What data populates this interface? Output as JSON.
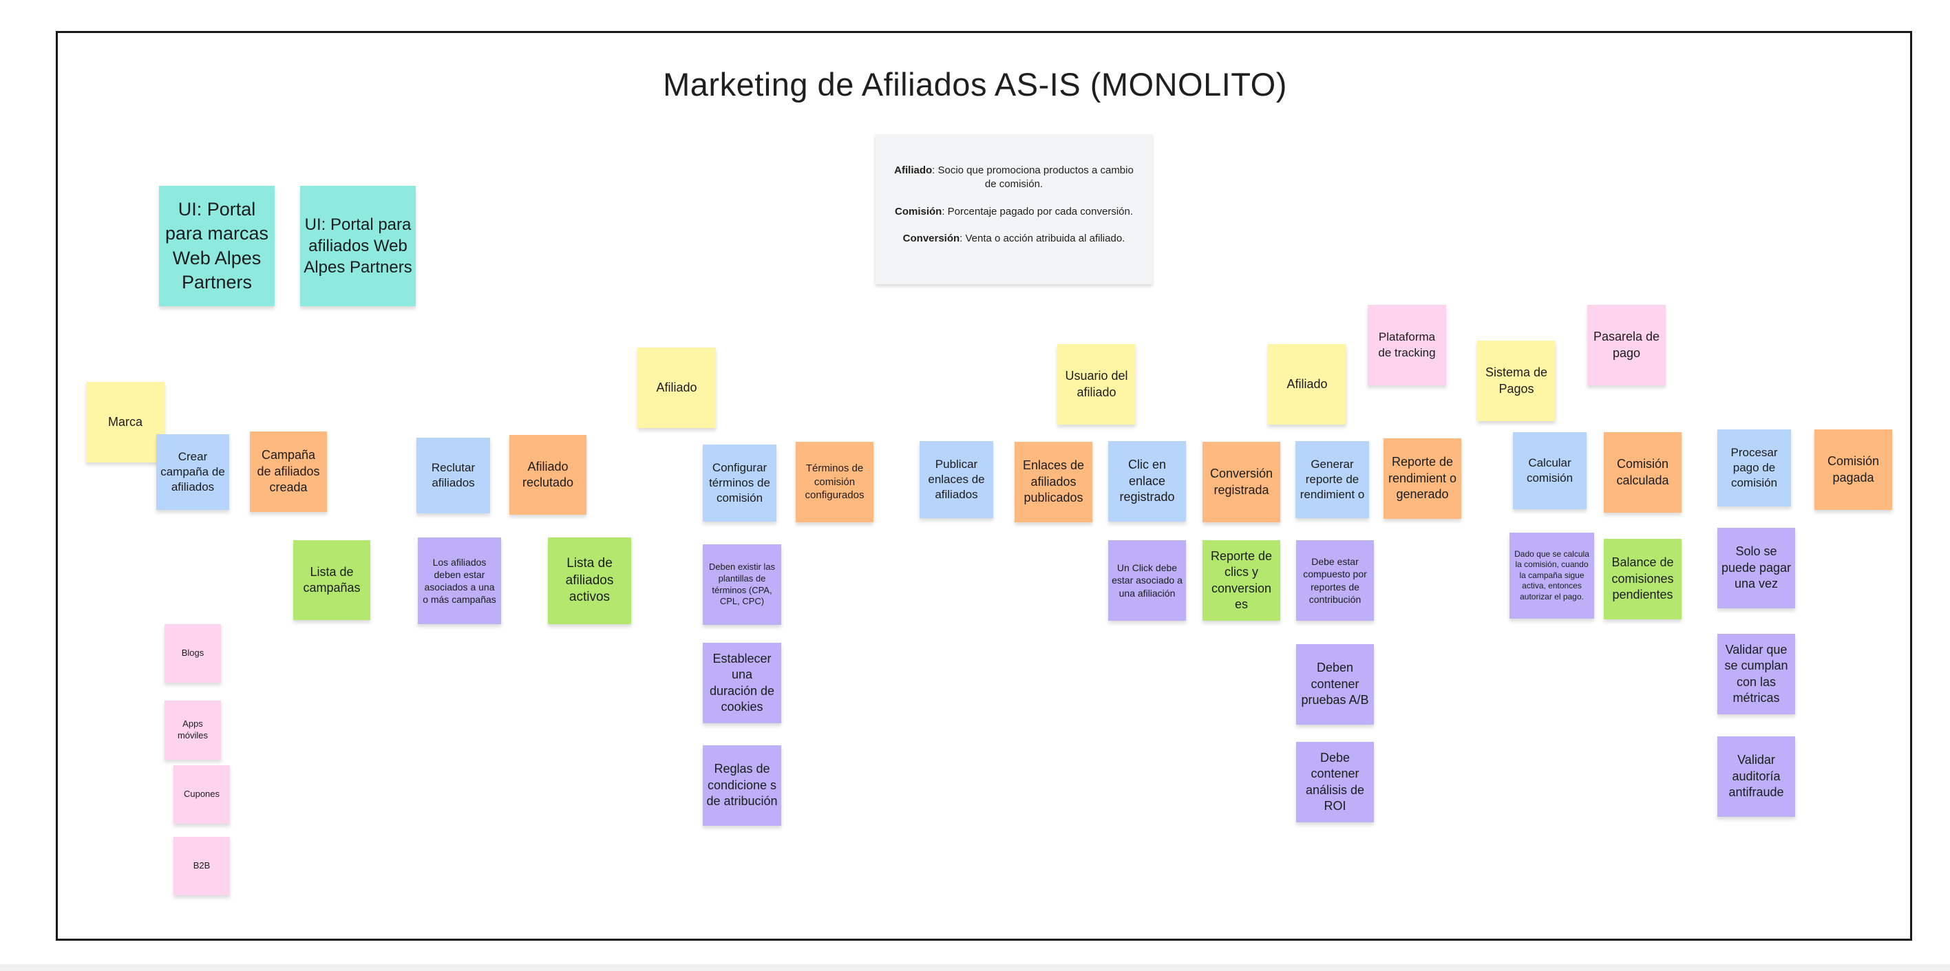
{
  "board": {
    "title": "Marketing de Afiliados AS-IS (MONOLITO)"
  },
  "legend": {
    "items": [
      {
        "term": "Afiliado",
        "definition": ": Socio que promociona productos a cambio de comisión."
      },
      {
        "term": "Comisión",
        "definition": ": Porcentaje pagado por cada conversión."
      },
      {
        "term": "Conversión",
        "definition": ": Venta o acción atribuida al afiliado."
      }
    ]
  },
  "colors": {
    "ui_portal": "#8ee9df",
    "actor": "#fef6a4",
    "command": "#b7d4fb",
    "event": "#fdb97e",
    "read_model": "#b4e76d",
    "policy": "#bdb0f8",
    "external_system": "#fdd3ee"
  },
  "notes": [
    {
      "id": "ui-portal-marcas",
      "kind": "ui_portal",
      "text": "UI: Portal para marcas Web Alpes Partners"
    },
    {
      "id": "ui-portal-afiliados",
      "kind": "ui_portal",
      "text": "UI: Portal para afiliados Web Alpes Partners"
    },
    {
      "id": "actor-marca",
      "kind": "actor",
      "text": "Marca"
    },
    {
      "id": "cmd-crear-campana",
      "kind": "command",
      "text": "Crear campaña de afiliados"
    },
    {
      "id": "evt-campana-creada",
      "kind": "event",
      "text": "Campaña de afiliados creada"
    },
    {
      "id": "read-lista-campanas",
      "kind": "read_model",
      "text": "Lista de campañas"
    },
    {
      "id": "ext-blogs",
      "kind": "external_system",
      "text": "Blogs"
    },
    {
      "id": "ext-apps-moviles",
      "kind": "external_system",
      "text": "Apps móviles"
    },
    {
      "id": "ext-cupones",
      "kind": "external_system",
      "text": "Cupones"
    },
    {
      "id": "ext-b2b",
      "kind": "external_system",
      "text": "B2B"
    },
    {
      "id": "cmd-reclutar",
      "kind": "command",
      "text": "Reclutar afiliados"
    },
    {
      "id": "evt-afiliado-reclutado",
      "kind": "event",
      "text": "Afiliado reclutado"
    },
    {
      "id": "policy-afiliados-campanas",
      "kind": "policy",
      "text": "Los afiliados deben estar asociados a una o más campañas"
    },
    {
      "id": "read-afiliados-activos",
      "kind": "read_model",
      "text": "Lista de afiliados activos"
    },
    {
      "id": "actor-afiliado-1",
      "kind": "actor",
      "text": "Afiliado"
    },
    {
      "id": "cmd-configurar-terminos",
      "kind": "command",
      "text": "Configurar términos de comisión"
    },
    {
      "id": "evt-terminos-configurados",
      "kind": "event",
      "text": "Términos de comisión configurados"
    },
    {
      "id": "policy-plantillas",
      "kind": "policy",
      "text": "Deben existir las plantillas de términos (CPA, CPL, CPC)"
    },
    {
      "id": "policy-cookies",
      "kind": "policy",
      "text": "Establecer una duración de cookies"
    },
    {
      "id": "policy-atribucion",
      "kind": "policy",
      "text": "Reglas de condicione s de atribución"
    },
    {
      "id": "cmd-publicar-enlaces",
      "kind": "command",
      "text": "Publicar enlaces de afiliados"
    },
    {
      "id": "evt-enlaces-publicados",
      "kind": "event",
      "text": "Enlaces de afiliados publicados"
    },
    {
      "id": "actor-usuario-afiliado",
      "kind": "actor",
      "text": "Usuario del afiliado"
    },
    {
      "id": "cmd-clic-enlace",
      "kind": "command",
      "text": "Clic en enlace registrado"
    },
    {
      "id": "policy-click-afiliacion",
      "kind": "policy",
      "text": "Un Click debe estar asociado a una afiliación"
    },
    {
      "id": "evt-conversion-registrada",
      "kind": "event",
      "text": "Conversión registrada"
    },
    {
      "id": "read-reporte-clics",
      "kind": "read_model",
      "text": "Reporte de clics y conversion es"
    },
    {
      "id": "actor-afiliado-2",
      "kind": "actor",
      "text": "Afiliado"
    },
    {
      "id": "ext-plataforma-tracking",
      "kind": "external_system",
      "text": "Plataforma de tracking"
    },
    {
      "id": "cmd-generar-reporte",
      "kind": "command",
      "text": "Generar reporte de rendimient o"
    },
    {
      "id": "evt-reporte-generado",
      "kind": "event",
      "text": "Reporte de rendimient o generado"
    },
    {
      "id": "policy-reportes-contribucion",
      "kind": "policy",
      "text": "Debe estar compuesto por reportes de contribución"
    },
    {
      "id": "policy-pruebas-ab",
      "kind": "policy",
      "text": "Deben contener pruebas A/B"
    },
    {
      "id": "policy-analisis-roi",
      "kind": "policy",
      "text": "Debe contener análisis de ROI"
    },
    {
      "id": "actor-sistema-pagos",
      "kind": "actor",
      "text": "Sistema de Pagos"
    },
    {
      "id": "ext-pasarela-pago",
      "kind": "external_system",
      "text": "Pasarela de pago"
    },
    {
      "id": "cmd-calcular-comision",
      "kind": "command",
      "text": "Calcular comisión"
    },
    {
      "id": "evt-comision-calculada",
      "kind": "event",
      "text": "Comisión calculada"
    },
    {
      "id": "policy-autorizar-pago",
      "kind": "policy",
      "text": "Dado que se calcula la comisión, cuando la campaña sigue activa, entonces autorizar el pago."
    },
    {
      "id": "read-balance-comisiones",
      "kind": "read_model",
      "text": "Balance de comisiones pendientes"
    },
    {
      "id": "cmd-procesar-pago",
      "kind": "command",
      "text": "Procesar pago de comisión"
    },
    {
      "id": "evt-comision-pagada",
      "kind": "event",
      "text": "Comisión pagada"
    },
    {
      "id": "policy-pagar-una-vez",
      "kind": "policy",
      "text": "Solo se puede pagar una vez"
    },
    {
      "id": "policy-metricas",
      "kind": "policy",
      "text": "Validar que se cumplan con las métricas"
    },
    {
      "id": "policy-antifraude",
      "kind": "policy",
      "text": "Validar auditoría antifraude"
    }
  ]
}
